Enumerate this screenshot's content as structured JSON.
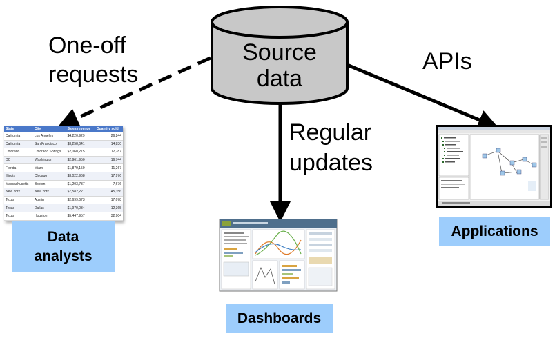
{
  "source": {
    "line1": "Source",
    "line2": "data"
  },
  "edges": {
    "one_off": {
      "line1": "One-off",
      "line2": "requests"
    },
    "regular": {
      "line1": "Regular",
      "line2": "updates"
    },
    "apis": "APIs"
  },
  "targets": {
    "analysts": {
      "line1": "Data",
      "line2": "analysts"
    },
    "dashboards": "Dashboards",
    "applications": "Applications"
  },
  "table": {
    "headers": [
      "State",
      "City",
      "Sales revenue",
      "Quantity sold"
    ],
    "rows": [
      [
        "California",
        "Los Angeles",
        "$4,220,929",
        "26,244"
      ],
      [
        "California",
        "San Francisco",
        "$3,258,641",
        "14,830"
      ],
      [
        "Colorado",
        "Colorado Springs",
        "$2,060,275",
        "12,787"
      ],
      [
        "DC",
        "Washington",
        "$2,961,950",
        "16,744"
      ],
      [
        "Florida",
        "Miami",
        "$1,879,159",
        "11,267"
      ],
      [
        "Illinois",
        "Chicago",
        "$3,022,968",
        "17,976"
      ],
      [
        "Massachusetts",
        "Boston",
        "$1,203,737",
        "7,676"
      ],
      [
        "New York",
        "New York",
        "$7,582,221",
        "45,356"
      ],
      [
        "Texas",
        "Austin",
        "$2,699,673",
        "17,078"
      ],
      [
        "Texas",
        "Dallas",
        "$1,970,034",
        "12,365"
      ],
      [
        "Texas",
        "Houston",
        "$5,447,957",
        "32,904"
      ]
    ]
  },
  "colors": {
    "cylinder": "#c8c8c8",
    "label_box": "#9dcdfc",
    "table_header": "#4a78c9"
  }
}
